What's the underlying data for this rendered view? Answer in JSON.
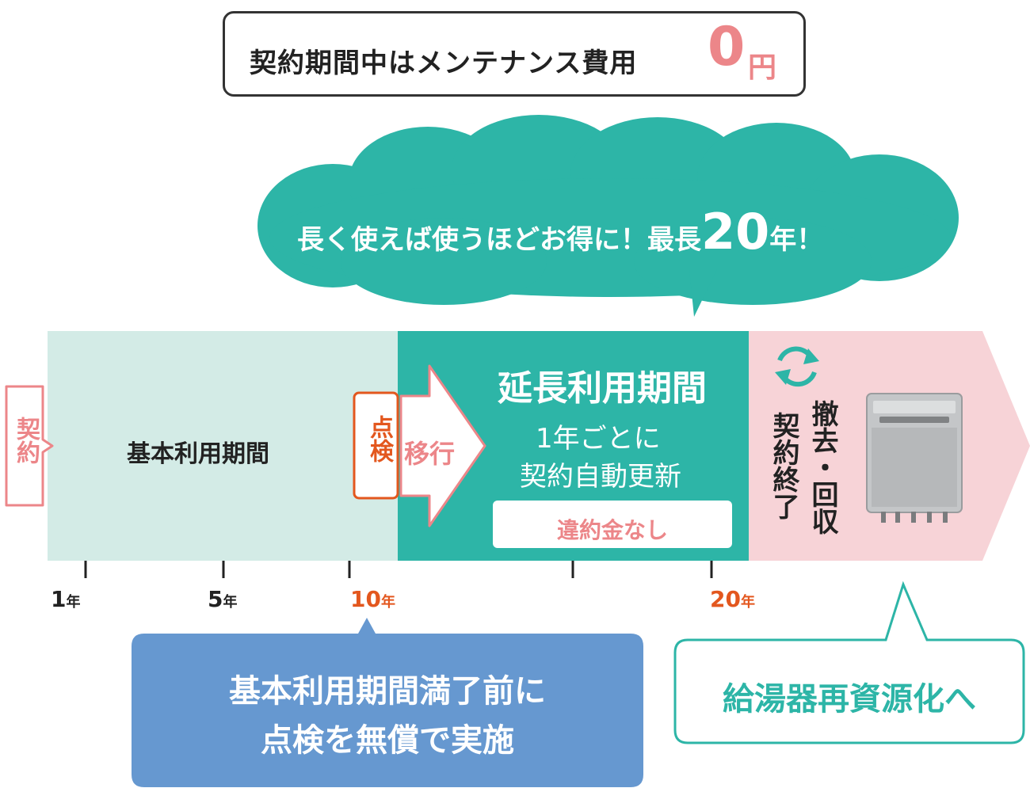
{
  "header": {
    "text": "契約期間中はメンテナンス費用",
    "zero": "0",
    "yen": "円"
  },
  "cloud": {
    "text": "長く使えば使うほどお得に！最長",
    "emphasis": "20",
    "suffix": "年！"
  },
  "timeline": {
    "contract": "契約",
    "basic_period": "基本利用期間",
    "inspection": "点検",
    "transition": "移行",
    "extended_title": "延長利用期間",
    "extended_sub1": "1年ごとに",
    "extended_sub2": "契約自動更新",
    "no_penalty": "違約金なし",
    "contract_end": "契約終了",
    "removal": "撤去・回収"
  },
  "ticks": [
    {
      "num": "1",
      "unit": "年",
      "color": "#222222"
    },
    {
      "num": "5",
      "unit": "年",
      "color": "#222222"
    },
    {
      "num": "10",
      "unit": "年",
      "color": "#e3571e"
    },
    {
      "num": "20",
      "unit": "年",
      "color": "#e3571e"
    }
  ],
  "callouts": {
    "blue_line1": "基本利用期間満了前に",
    "blue_line2": "点検を無償で実施",
    "green": "給湯器再資源化へ"
  },
  "colors": {
    "teal": "#2db5a7",
    "light_teal": "#d3ebe6",
    "pink": "#f7d3d7",
    "pink_border": "#ec8689",
    "orange": "#e3571e",
    "blue": "#6698d0"
  }
}
